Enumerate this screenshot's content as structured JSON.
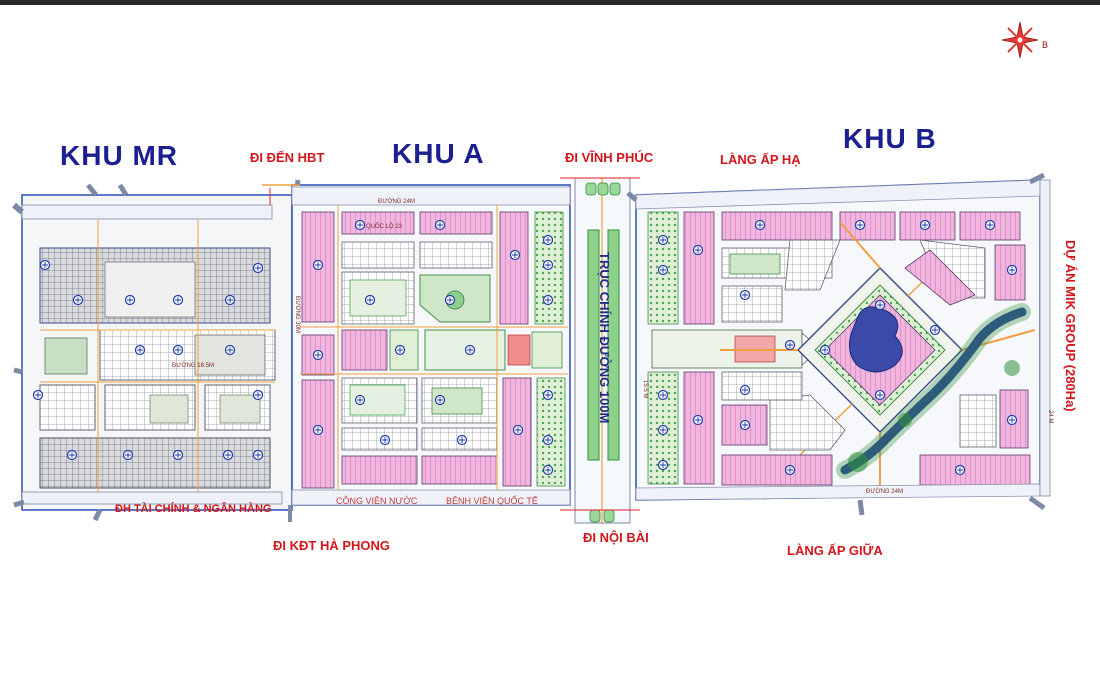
{
  "zones": {
    "mr": "KHU MR",
    "a": "KHU A",
    "b": "KHU B"
  },
  "labels": {
    "di_den_hbt": "ĐI ĐẾN HBT",
    "di_vinh_phuc": "ĐI VĨNH PHÚC",
    "lang_ap_ha": "LÀNG ẤP HẠ",
    "du_an_mik": "DỰ ÁN MIK GROUP (280Ha)",
    "dh_tai_chinh": "ĐH TÀI CHÍNH & NGÂN HÀNG",
    "di_kdt_ha_phong": "ĐI KĐT HÀ PHONG",
    "di_noi_bai": "ĐI NỘI BÀI",
    "lang_ap_giua": "LÀNG ẤP GIỮA",
    "truc_chinh": "TRỤC CHÍNH ĐƯỜNG 100M",
    "cong_vien_nuoc": "CÔNG VIÊN NƯỚC",
    "benh_vien_quoc_te": "BỆNH VIỆN QUỐC TẾ",
    "north_letter": "B"
  },
  "roads": {
    "duong_24m_a": "ĐƯỜNG 24M",
    "quoc_lo": "QUỐC LỘ 23",
    "duong_16m_mr": "ĐƯỜNG 16.5M",
    "duong_24m_b": "ĐƯỜNG 24M",
    "duong_left_v": "ĐƯỜNG 30M",
    "w_155": "15.5 M",
    "w_24": "24 M"
  },
  "colors": {
    "zone_text": "#1b1f8f",
    "label_red": "#d4161b",
    "lot_pink": "#f3b4e0",
    "grid_gray": "#9aa0a8",
    "green": "#2f9e3a",
    "road_orange": "#f0a040",
    "water": "#2e3f9e"
  },
  "icons": {
    "compass": "north-arrow-compass",
    "marker": "circled-plus-marker"
  }
}
